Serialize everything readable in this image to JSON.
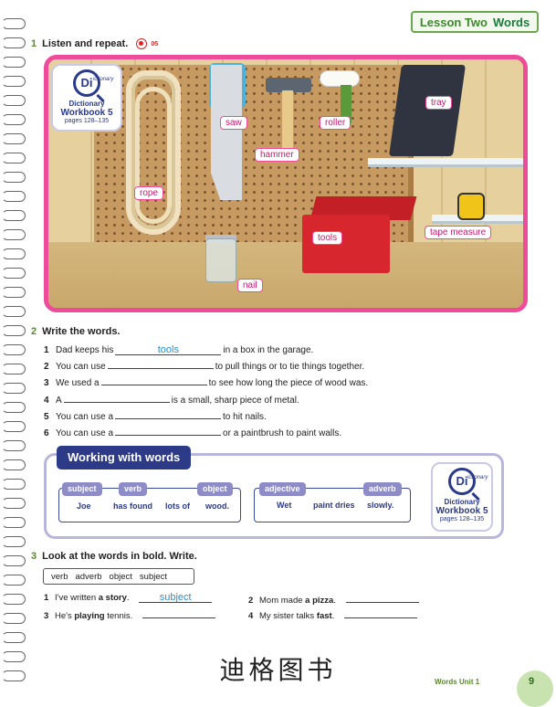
{
  "header": {
    "lesson": "Lesson Two",
    "words": "Words"
  },
  "section1": {
    "num": "1",
    "title": "Listen and repeat.",
    "track": "05",
    "dictionary": {
      "word": "ictionary",
      "line1": "Dictionary",
      "line2": "Workbook 5",
      "pages": "pages 128–135"
    },
    "labels": {
      "saw": "saw",
      "roller": "roller",
      "tray": "tray",
      "hammer": "hammer",
      "rope": "rope",
      "tools": "tools",
      "tape_measure": "tape measure",
      "nail": "nail"
    }
  },
  "section2": {
    "num": "2",
    "title": "Write the words.",
    "items": [
      {
        "n": "1",
        "before": "Dad keeps his",
        "answer": "tools",
        "after": "in a box in the garage."
      },
      {
        "n": "2",
        "before": "You can use",
        "answer": "",
        "after": "to pull things or to tie things together."
      },
      {
        "n": "3",
        "before": "We used a",
        "answer": "",
        "after": "to see how long the piece of wood was."
      },
      {
        "n": "4",
        "before": "A",
        "answer": "",
        "after": "is a small, sharp piece of metal."
      },
      {
        "n": "5",
        "before": "You can use a",
        "answer": "",
        "after": "to hit nails."
      },
      {
        "n": "6",
        "before": "You can use a",
        "answer": "",
        "after": "or a paintbrush to paint walls."
      }
    ]
  },
  "working": {
    "title": "Working with words",
    "group1": {
      "tags": [
        "subject",
        "verb",
        "object"
      ],
      "words": [
        "Joe",
        "has found",
        "lots of",
        "wood."
      ]
    },
    "group2": {
      "tags": [
        "adjective",
        "adverb"
      ],
      "words": [
        "Wet",
        "paint dries",
        "slowly."
      ]
    },
    "dictionary": {
      "word": "ictionary",
      "line1": "Dictionary",
      "line2": "Workbook 5",
      "pages": "pages 128–135"
    }
  },
  "section3": {
    "num": "3",
    "title": "Look at the words in bold. Write.",
    "bank": [
      "verb",
      "adverb",
      "object",
      "subject"
    ],
    "items": [
      {
        "n": "1",
        "pre": "I've written ",
        "bold": "a story",
        "post": ".",
        "answer": "subject"
      },
      {
        "n": "2",
        "pre": "Mom made ",
        "bold": "a pizza",
        "post": ".",
        "answer": ""
      },
      {
        "n": "3",
        "pre": "He's ",
        "bold": "playing",
        "post": " tennis.",
        "answer": ""
      },
      {
        "n": "4",
        "pre": "My sister talks ",
        "bold": "fast",
        "post": ".",
        "answer": ""
      }
    ]
  },
  "footer": {
    "chinese": "迪格图书",
    "unit_text": "Words Unit 1",
    "page": "9"
  }
}
